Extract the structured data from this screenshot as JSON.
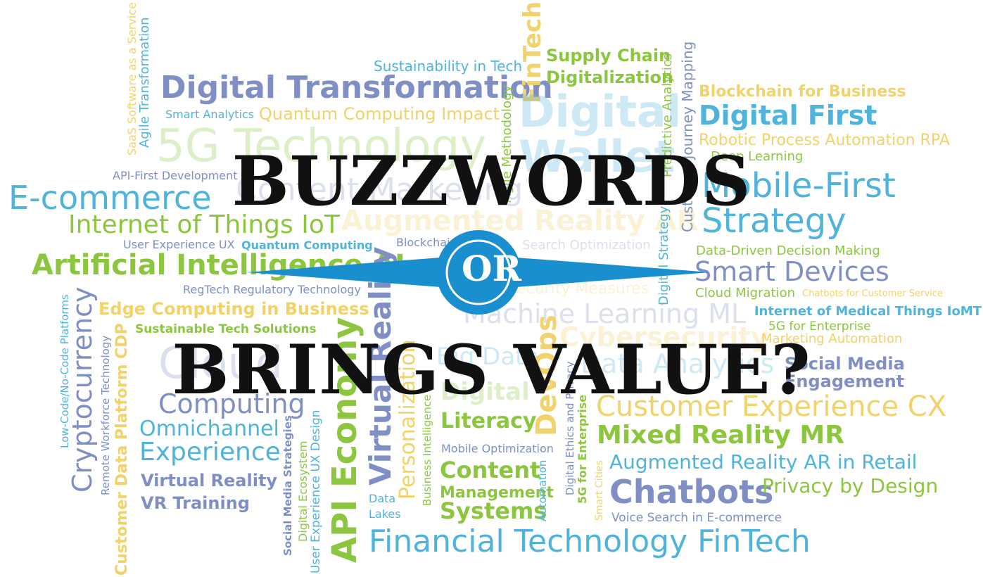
{
  "colors": {
    "blue": "#4fb3dc",
    "slate": "#7f8fc4",
    "green": "#8cc63f",
    "yellow": "#f2d26b",
    "dark": "#111111",
    "accent": "#1a8fcf"
  },
  "title": {
    "top": "BUZZWORDS",
    "middle": "OR",
    "bottom": "BRINGS VALUE?"
  },
  "words": [
    {
      "text": "Digital Transformation",
      "size": 44,
      "color": "slate",
      "bold": true
    },
    {
      "text": "Sustainability in Tech",
      "size": 20,
      "color": "blue"
    },
    {
      "text": "Supply Chain",
      "size": 24,
      "color": "green",
      "bold": true
    },
    {
      "text": "Digitalization",
      "size": 24,
      "color": "green",
      "bold": true
    },
    {
      "text": "FinTech",
      "size": 34,
      "color": "yellow",
      "bold": true,
      "vertical": true
    },
    {
      "text": "Digital",
      "size": 62,
      "color": "blue",
      "bold": true
    },
    {
      "text": "Wallet",
      "size": 62,
      "color": "blue",
      "bold": true
    },
    {
      "text": "Blockchain for Business",
      "size": 22,
      "color": "yellow",
      "bold": true
    },
    {
      "text": "Digital First",
      "size": 38,
      "color": "blue",
      "bold": true
    },
    {
      "text": "Robotic Process Automation RPA",
      "size": 22,
      "color": "yellow"
    },
    {
      "text": "Deep Learning",
      "size": 18,
      "color": "green"
    },
    {
      "text": "Mobile-First",
      "size": 48,
      "color": "blue"
    },
    {
      "text": "Strategy",
      "size": 48,
      "color": "blue"
    },
    {
      "text": "Smart Analytics",
      "size": 16,
      "color": "blue"
    },
    {
      "text": "Quantum Computing Impact",
      "size": 24,
      "color": "yellow"
    },
    {
      "text": "5G Technology",
      "size": 64,
      "color": "green"
    },
    {
      "text": "API-First Development",
      "size": 16,
      "color": "slate"
    },
    {
      "text": "E-commerce",
      "size": 46,
      "color": "blue"
    },
    {
      "text": "Content Marketing",
      "size": 44,
      "color": "slate"
    },
    {
      "text": "Internet of Things IoT",
      "size": 36,
      "color": "green"
    },
    {
      "text": "Augmented Reality AR",
      "size": 40,
      "color": "yellow",
      "bold": true
    },
    {
      "text": "User Experience UX",
      "size": 16,
      "color": "slate"
    },
    {
      "text": "Quantum Computing",
      "size": 16,
      "color": "blue",
      "bold": true
    },
    {
      "text": "Blockchain",
      "size": 16,
      "color": "slate"
    },
    {
      "text": "Search Optimization",
      "size": 18,
      "color": "slate"
    },
    {
      "text": "Data-Driven Decision Making",
      "size": 18,
      "color": "green"
    },
    {
      "text": "Artificial Intelligence AI",
      "size": 40,
      "color": "green",
      "bold": true
    },
    {
      "text": "Smart Devices",
      "size": 38,
      "color": "slate"
    },
    {
      "text": "RegTech Regulatory Technology",
      "size": 16,
      "color": "slate"
    },
    {
      "text": "Security Measures",
      "size": 22,
      "color": "yellow"
    },
    {
      "text": "Cloud Migration",
      "size": 18,
      "color": "green"
    },
    {
      "text": "Chatbots for Customer Service",
      "size": 13,
      "color": "yellow"
    },
    {
      "text": "Edge Computing in Business",
      "size": 24,
      "color": "yellow",
      "bold": true
    },
    {
      "text": "Machine Learning ML",
      "size": 38,
      "color": "slate"
    },
    {
      "text": "Internet of Medical Things IoMT",
      "size": 18,
      "color": "blue",
      "bold": true
    },
    {
      "text": "5G for Enterprise",
      "size": 17,
      "color": "green"
    },
    {
      "text": "Marketing Automation",
      "size": 18,
      "color": "yellow"
    },
    {
      "text": "Sustainable Tech Solutions",
      "size": 17,
      "color": "green",
      "bold": true
    },
    {
      "text": "Cybersecurity",
      "size": 38,
      "color": "yellow",
      "bold": true
    },
    {
      "text": "Cloud",
      "size": 62,
      "color": "slate"
    },
    {
      "text": "Computing",
      "size": 38,
      "color": "slate"
    },
    {
      "text": "Big Data",
      "size": 34,
      "color": "blue"
    },
    {
      "text": "Data Analytics",
      "size": 38,
      "color": "blue"
    },
    {
      "text": "Social Media",
      "size": 24,
      "color": "slate",
      "bold": true
    },
    {
      "text": "Engagement",
      "size": 24,
      "color": "slate",
      "bold": true
    },
    {
      "text": "Digital",
      "size": 34,
      "color": "green",
      "bold": true
    },
    {
      "text": "Literacy",
      "size": 30,
      "color": "green",
      "bold": true
    },
    {
      "text": "Customer Experience CX",
      "size": 40,
      "color": "yellow"
    },
    {
      "text": "Omnichannel",
      "size": 30,
      "color": "blue"
    },
    {
      "text": "Experience",
      "size": 36,
      "color": "blue"
    },
    {
      "text": "Mobile Optimization",
      "size": 16,
      "color": "slate"
    },
    {
      "text": "Mixed Reality MR",
      "size": 36,
      "color": "green",
      "bold": true
    },
    {
      "text": "Augmented Reality AR in Retail",
      "size": 28,
      "color": "blue"
    },
    {
      "text": "Content",
      "size": 32,
      "color": "green",
      "bold": true
    },
    {
      "text": "Management",
      "size": 22,
      "color": "green",
      "bold": true
    },
    {
      "text": "Systems",
      "size": 32,
      "color": "green",
      "bold": true
    },
    {
      "text": "Chatbots",
      "size": 46,
      "color": "slate",
      "bold": true
    },
    {
      "text": "Privacy by Design",
      "size": 28,
      "color": "green"
    },
    {
      "text": "Virtual Reality",
      "size": 24,
      "color": "slate",
      "bold": true
    },
    {
      "text": "VR Training",
      "size": 24,
      "color": "slate",
      "bold": true
    },
    {
      "text": "Data",
      "size": 16,
      "color": "blue"
    },
    {
      "text": "Lakes",
      "size": 16,
      "color": "blue"
    },
    {
      "text": "Voice Search in E-commerce",
      "size": 17,
      "color": "slate"
    },
    {
      "text": "Financial Technology FinTech",
      "size": 44,
      "color": "blue"
    },
    {
      "text": "SaaS Software as a Service",
      "size": 16,
      "color": "yellow",
      "vertical": true
    },
    {
      "text": "Agile Transformation",
      "size": 18,
      "color": "blue",
      "vertical": true
    },
    {
      "text": "Agile Methodology",
      "size": 18,
      "color": "green",
      "vertical": true
    },
    {
      "text": "Predictive Analytics",
      "size": 18,
      "color": "green",
      "vertical": true
    },
    {
      "text": "Customer Journey Mapping",
      "size": 20,
      "color": "slate",
      "vertical": true
    },
    {
      "text": "Digital Strategy",
      "size": 18,
      "color": "blue",
      "vertical": true
    },
    {
      "text": "Cryptocurrency",
      "size": 38,
      "color": "slate",
      "vertical": true
    },
    {
      "text": "Low-Code/No-Code Platforms",
      "size": 15,
      "color": "blue",
      "vertical": true
    },
    {
      "text": "Remote Workforce Technology",
      "size": 15,
      "color": "slate",
      "vertical": true
    },
    {
      "text": "Customer Data Platform CDP",
      "size": 22,
      "color": "yellow",
      "bold": true,
      "vertical": true
    },
    {
      "text": "Social Media Strategies",
      "size": 15,
      "color": "slate",
      "bold": true,
      "vertical": true
    },
    {
      "text": "Digital Ecosystem",
      "size": 16,
      "color": "green",
      "vertical": true
    },
    {
      "text": "User Experience UX Design",
      "size": 17,
      "color": "blue",
      "vertical": true
    },
    {
      "text": "API Economy",
      "size": 48,
      "color": "green",
      "bold": true,
      "vertical": true
    },
    {
      "text": "Virtual Reality",
      "size": 42,
      "color": "slate",
      "bold": true,
      "vertical": true
    },
    {
      "text": "Personalization",
      "size": 30,
      "color": "yellow",
      "vertical": true
    },
    {
      "text": "Business Intelligence",
      "size": 15,
      "color": "green",
      "vertical": true
    },
    {
      "text": "DevOps",
      "size": 40,
      "color": "yellow",
      "bold": true,
      "vertical": true
    },
    {
      "text": "Automation",
      "size": 15,
      "color": "blue",
      "vertical": true
    },
    {
      "text": "Digital Ethics and Privacy",
      "size": 15,
      "color": "slate",
      "vertical": true
    },
    {
      "text": "5G for Enterprise",
      "size": 16,
      "color": "green",
      "bold": true,
      "vertical": true
    },
    {
      "text": "Smart Cities",
      "size": 14,
      "color": "yellow",
      "vertical": true
    }
  ]
}
